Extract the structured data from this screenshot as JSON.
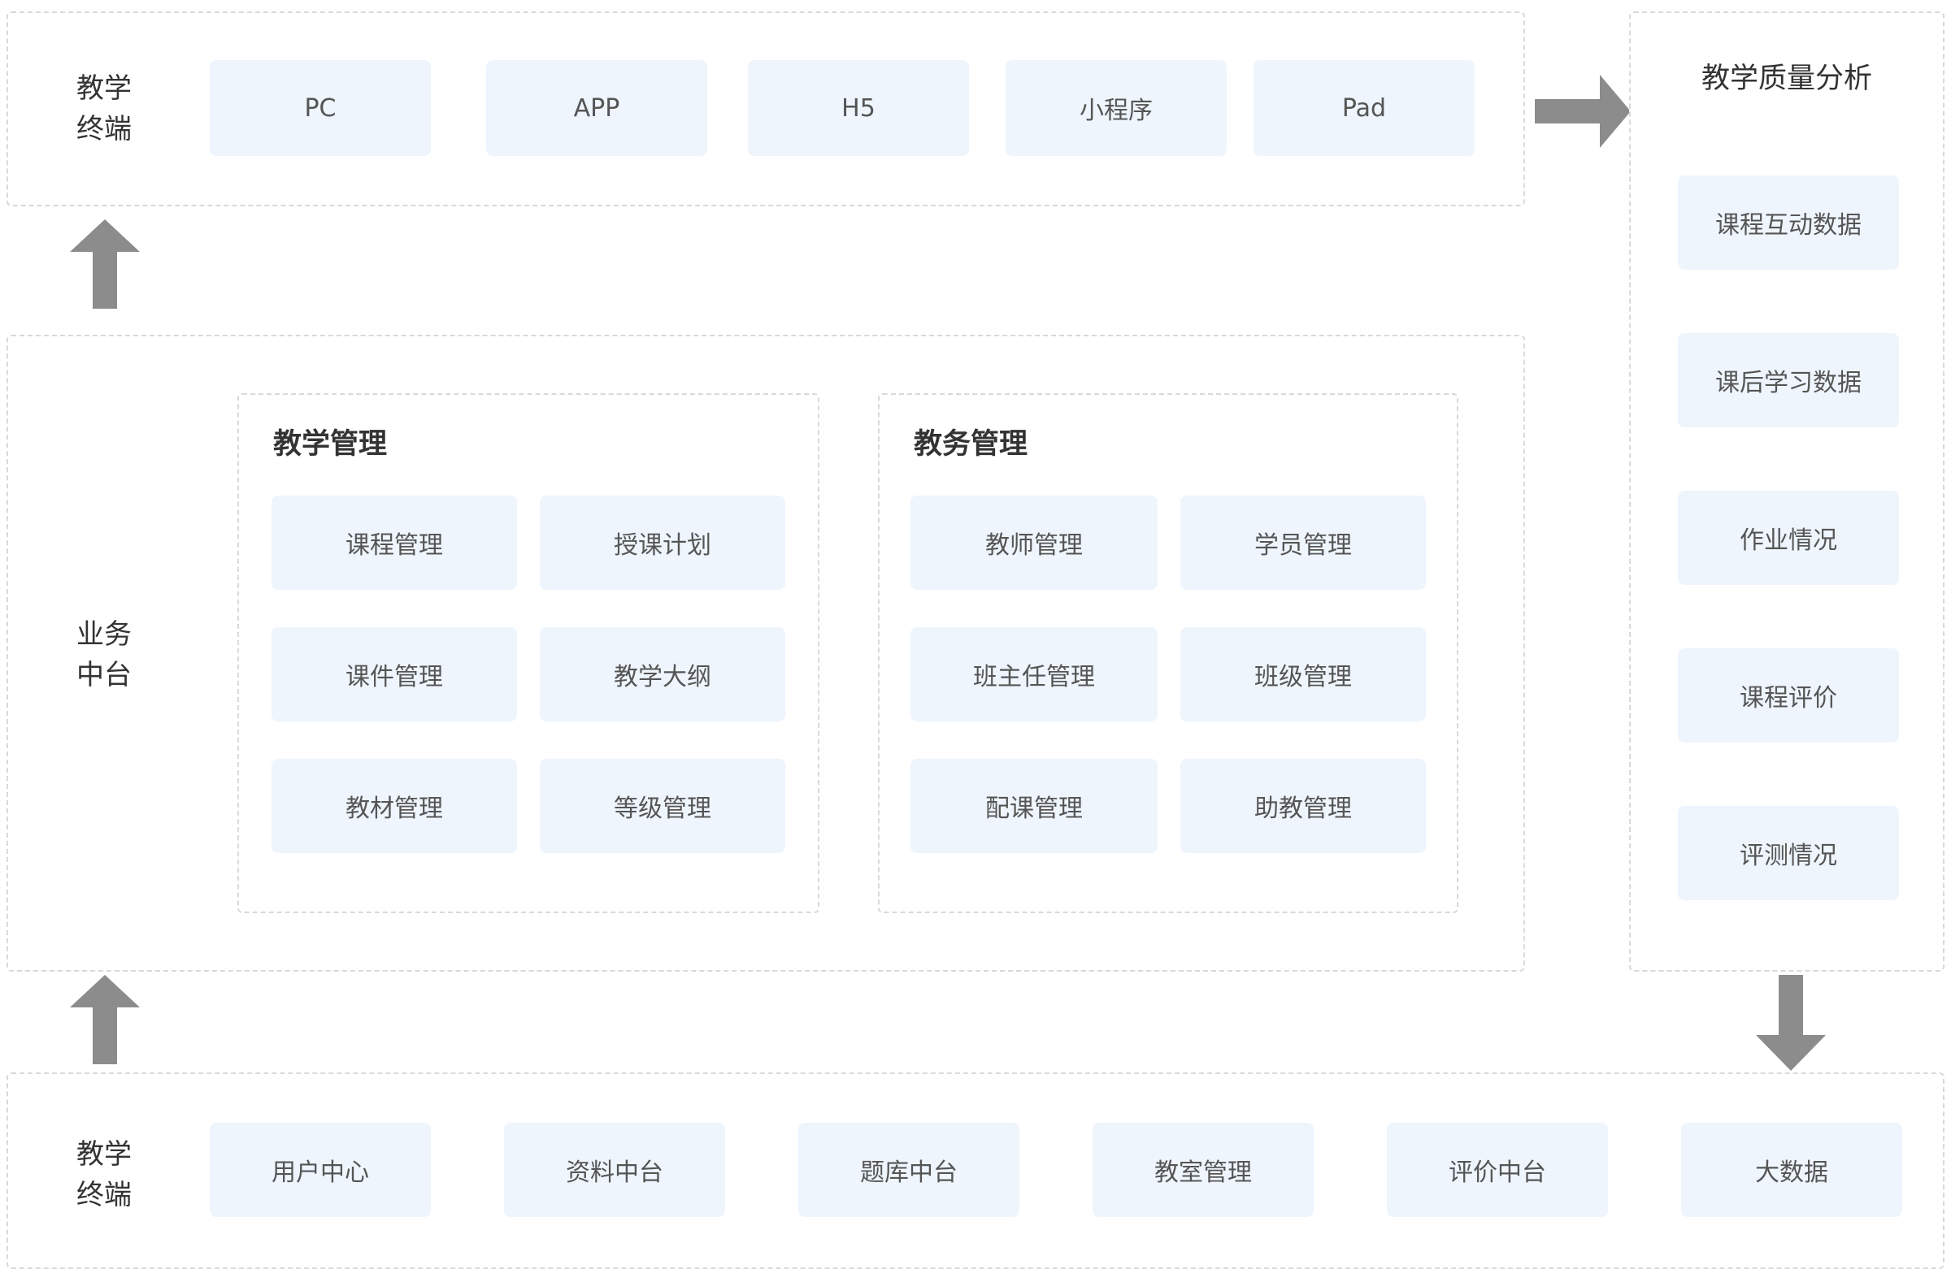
{
  "top_layer": {
    "label_line1": "教学",
    "label_line2": "终端",
    "items": [
      "PC",
      "APP",
      "H5",
      "小程序",
      "Pad"
    ]
  },
  "middle_layer": {
    "label_line1": "业务",
    "label_line2": "中台",
    "groups": [
      {
        "title": "教学管理",
        "items": [
          "课程管理",
          "授课计划",
          "课件管理",
          "教学大纲",
          "教材管理",
          "等级管理"
        ]
      },
      {
        "title": "教务管理",
        "items": [
          "教师管理",
          "学员管理",
          "班主任管理",
          "班级管理",
          "配课管理",
          "助教管理"
        ]
      }
    ]
  },
  "bottom_layer": {
    "label_line1": "教学",
    "label_line2": "终端",
    "items": [
      "用户中心",
      "资料中台",
      "题库中台",
      "教室管理",
      "评价中台",
      "大数据"
    ]
  },
  "side_panel": {
    "title": "教学质量分析",
    "items": [
      "课程互动数据",
      "课后学习数据",
      "作业情况",
      "课程评价",
      "评测情况"
    ]
  },
  "colors": {
    "chip_bg": "#eef5fd",
    "border": "#d9d9d9",
    "arrow": "#8c8c8c"
  }
}
